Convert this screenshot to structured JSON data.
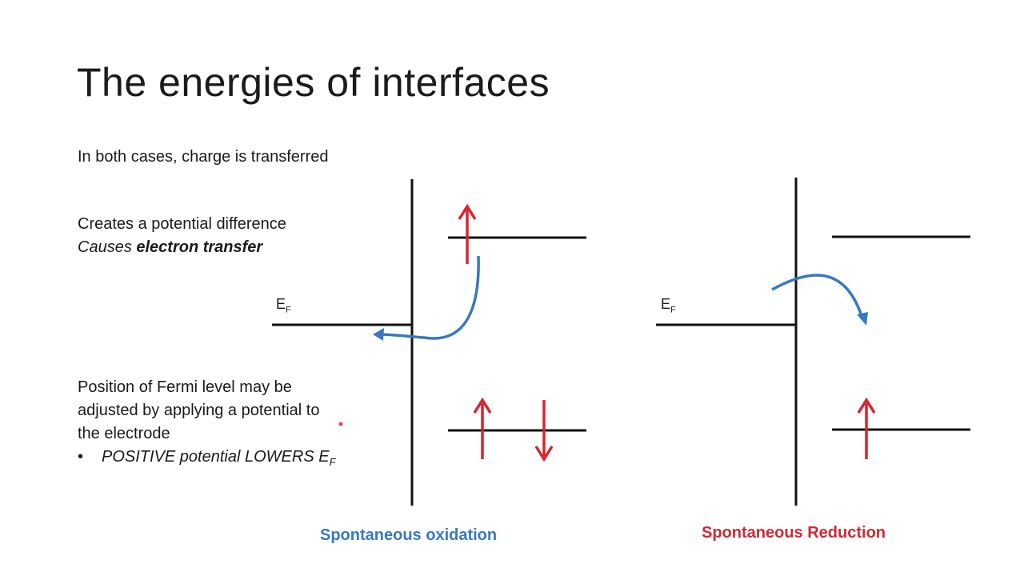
{
  "slide": {
    "title": "The energies of interfaces",
    "subtitle": "In both cases, charge is transferred",
    "note": {
      "line1": "Creates a potential difference",
      "line2_prefix": "Causes ",
      "line2_bold": "electron transfer"
    },
    "fermi_note": {
      "line1": "Position of Fermi level may be",
      "line2": "adjusted by applying a potential to",
      "line3": "the electrode",
      "bullet_symbol": "•",
      "bullet_text": "POSITIVE potential LOWERS E",
      "bullet_sub": "F"
    }
  },
  "diagrams": {
    "left": {
      "label": "Spontaneous oxidation",
      "ef_main": "E",
      "ef_sub": "F"
    },
    "right": {
      "label": "Spontaneous Reduction",
      "ef_main": "E",
      "ef_sub": "F"
    }
  },
  "colors": {
    "oxidation_label": "#3a78c0",
    "reduction_label": "#cc2a36",
    "electron_arrow": "#d7262e",
    "transfer_arrow": "#3a78c0",
    "line": "#111111"
  }
}
